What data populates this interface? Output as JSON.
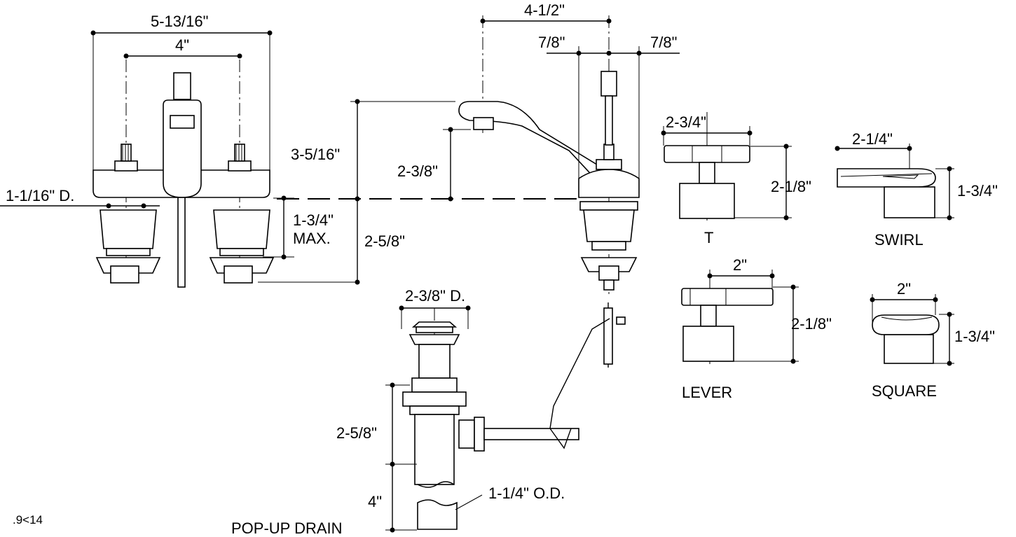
{
  "dimensions": {
    "overall_width": "5-13/16\"",
    "center_spacing": "4\"",
    "spout_reach": "4-1/2\"",
    "offset_left": "7/8\"",
    "offset_right": "7/8\"",
    "spout_height": "3-5/16\"",
    "spout_clearance": "2-3/8\"",
    "hole_diameter": "1-1/16\" D.",
    "deck_thickness": "1-3/4\"",
    "deck_thickness_note": "MAX.",
    "shank_length": "2-5/8\"",
    "drain_diameter": "2-3/8\" D.",
    "drain_height": "2-5/8\"",
    "tailpiece_length": "4\"",
    "tailpiece_od": "1-1/4\" O.D."
  },
  "handles": {
    "t": {
      "name": "T",
      "width": "2-3/4\"",
      "height": "2-1/8\""
    },
    "swirl": {
      "name": "SWIRL",
      "width": "2-1/4\"",
      "height": "1-3/4\""
    },
    "lever": {
      "name": "LEVER",
      "width": "2\"",
      "height": "2-1/8\""
    },
    "square": {
      "name": "SQUARE",
      "width": "2\"",
      "height": "1-3/4\""
    }
  },
  "drain_title": "POP-UP DRAIN",
  "drawing_code": ".9<14"
}
